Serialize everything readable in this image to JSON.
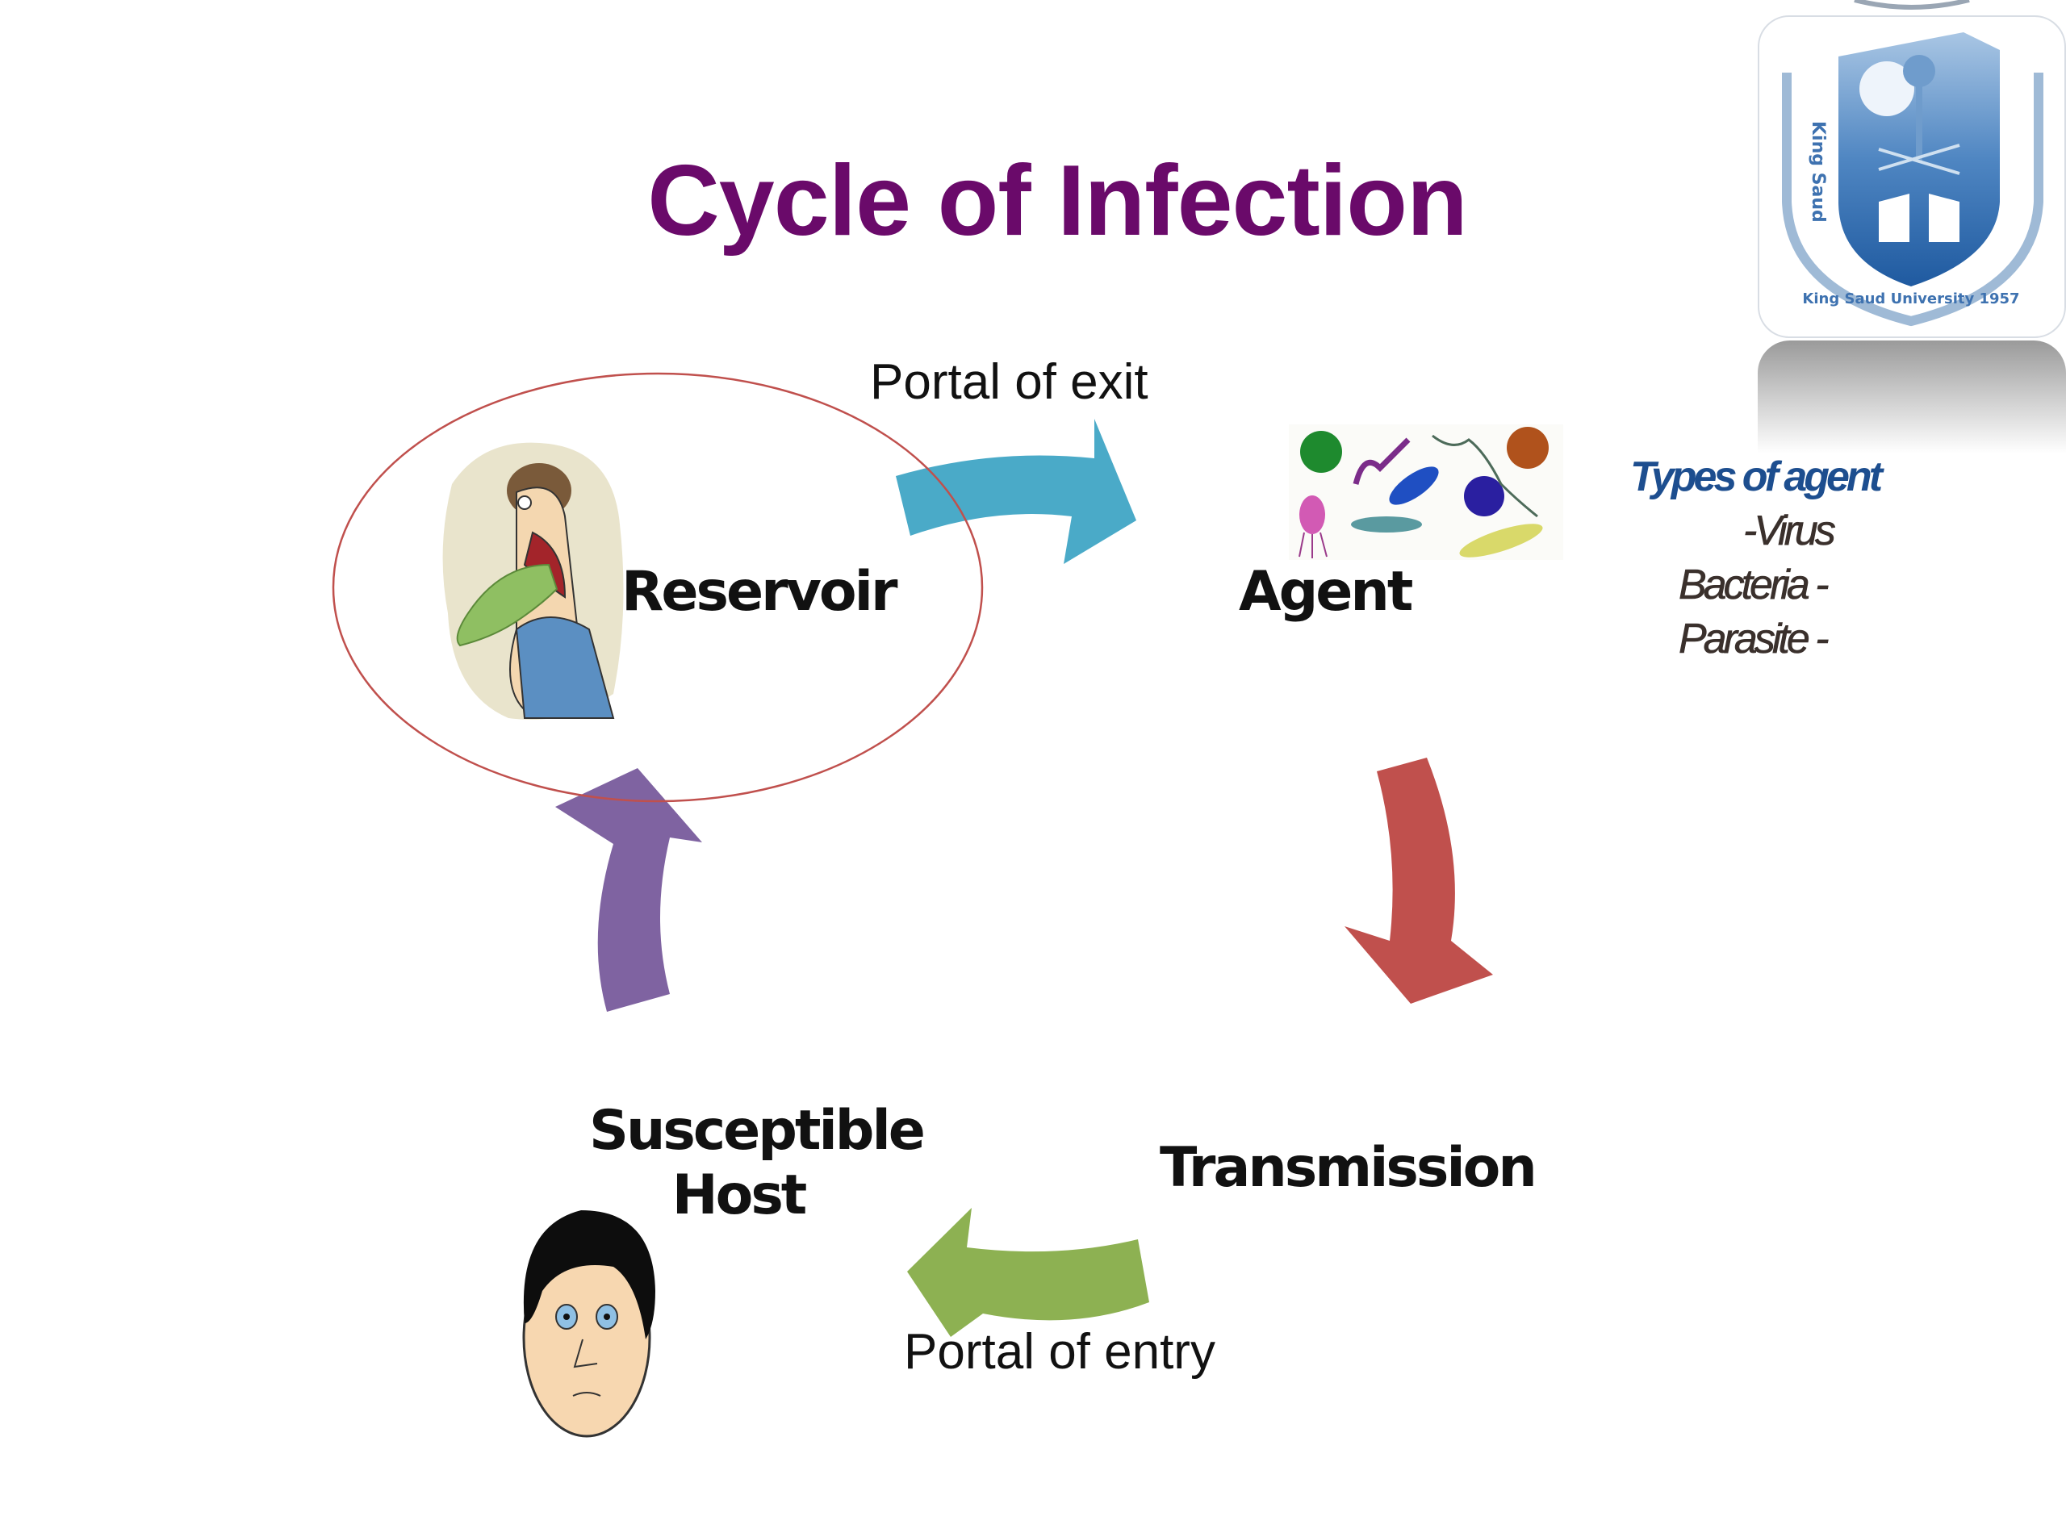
{
  "slide": {
    "title": "Cycle of Infection",
    "title_color": "#6a0a6a"
  },
  "logo": {
    "name": "King Saud University crest",
    "text": "King Saud University 1957"
  },
  "cycle": {
    "nodes": [
      {
        "id": "reservoir",
        "label": "Reservoir",
        "image": "person-vomiting-illustration",
        "highlighted": true
      },
      {
        "id": "agent",
        "label": "Agent",
        "image": "microorganisms-illustration"
      },
      {
        "id": "transmission",
        "label": "Transmission"
      },
      {
        "id": "host",
        "label_line1": "Susceptible",
        "label_line2": "Host",
        "image": "sick-man-face-illustration"
      }
    ],
    "arrows": [
      {
        "from": "reservoir",
        "to": "agent",
        "label": "Portal of exit",
        "color": "#4aaac8"
      },
      {
        "from": "agent",
        "to": "transmission",
        "label": "",
        "color": "#c0504d"
      },
      {
        "from": "transmission",
        "to": "host",
        "label": "Portal of entry",
        "color": "#8db152"
      },
      {
        "from": "host",
        "to": "reservoir",
        "label": "",
        "color": "#7f63a1"
      }
    ],
    "highlight_ellipse_color": "#c0504d"
  },
  "agent_types": {
    "heading": "Types of agent",
    "items": [
      "-Virus",
      "Bacteria -",
      "Parasite -"
    ],
    "heading_color": "#1d4e8f",
    "item_color": "#3a302c"
  }
}
